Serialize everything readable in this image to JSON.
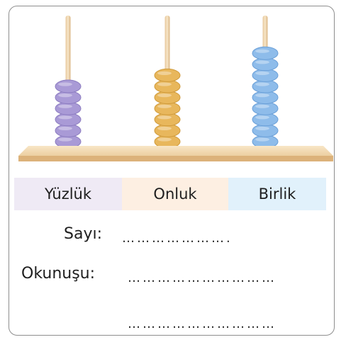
{
  "abacus": {
    "rods": [
      {
        "name": "Yüzlük",
        "beads": 6,
        "color": "#a99ad6",
        "shade": "#8c7cc0"
      },
      {
        "name": "Onluk",
        "beads": 7,
        "color": "#e8b75c",
        "shade": "#cf9a3b"
      },
      {
        "name": "Birlik",
        "beads": 9,
        "color": "#8ebcea",
        "shade": "#6a9fd7"
      }
    ]
  },
  "labels": {
    "hundreds": "Yüzlük",
    "tens": "Onluk",
    "ones": "Birlik"
  },
  "form": {
    "number_label": "Sayı:",
    "number_dots": "………………….",
    "reading_label": "Okunuşu:",
    "reading_dots": "…………………………",
    "reading_dots_2": "…………………………"
  }
}
